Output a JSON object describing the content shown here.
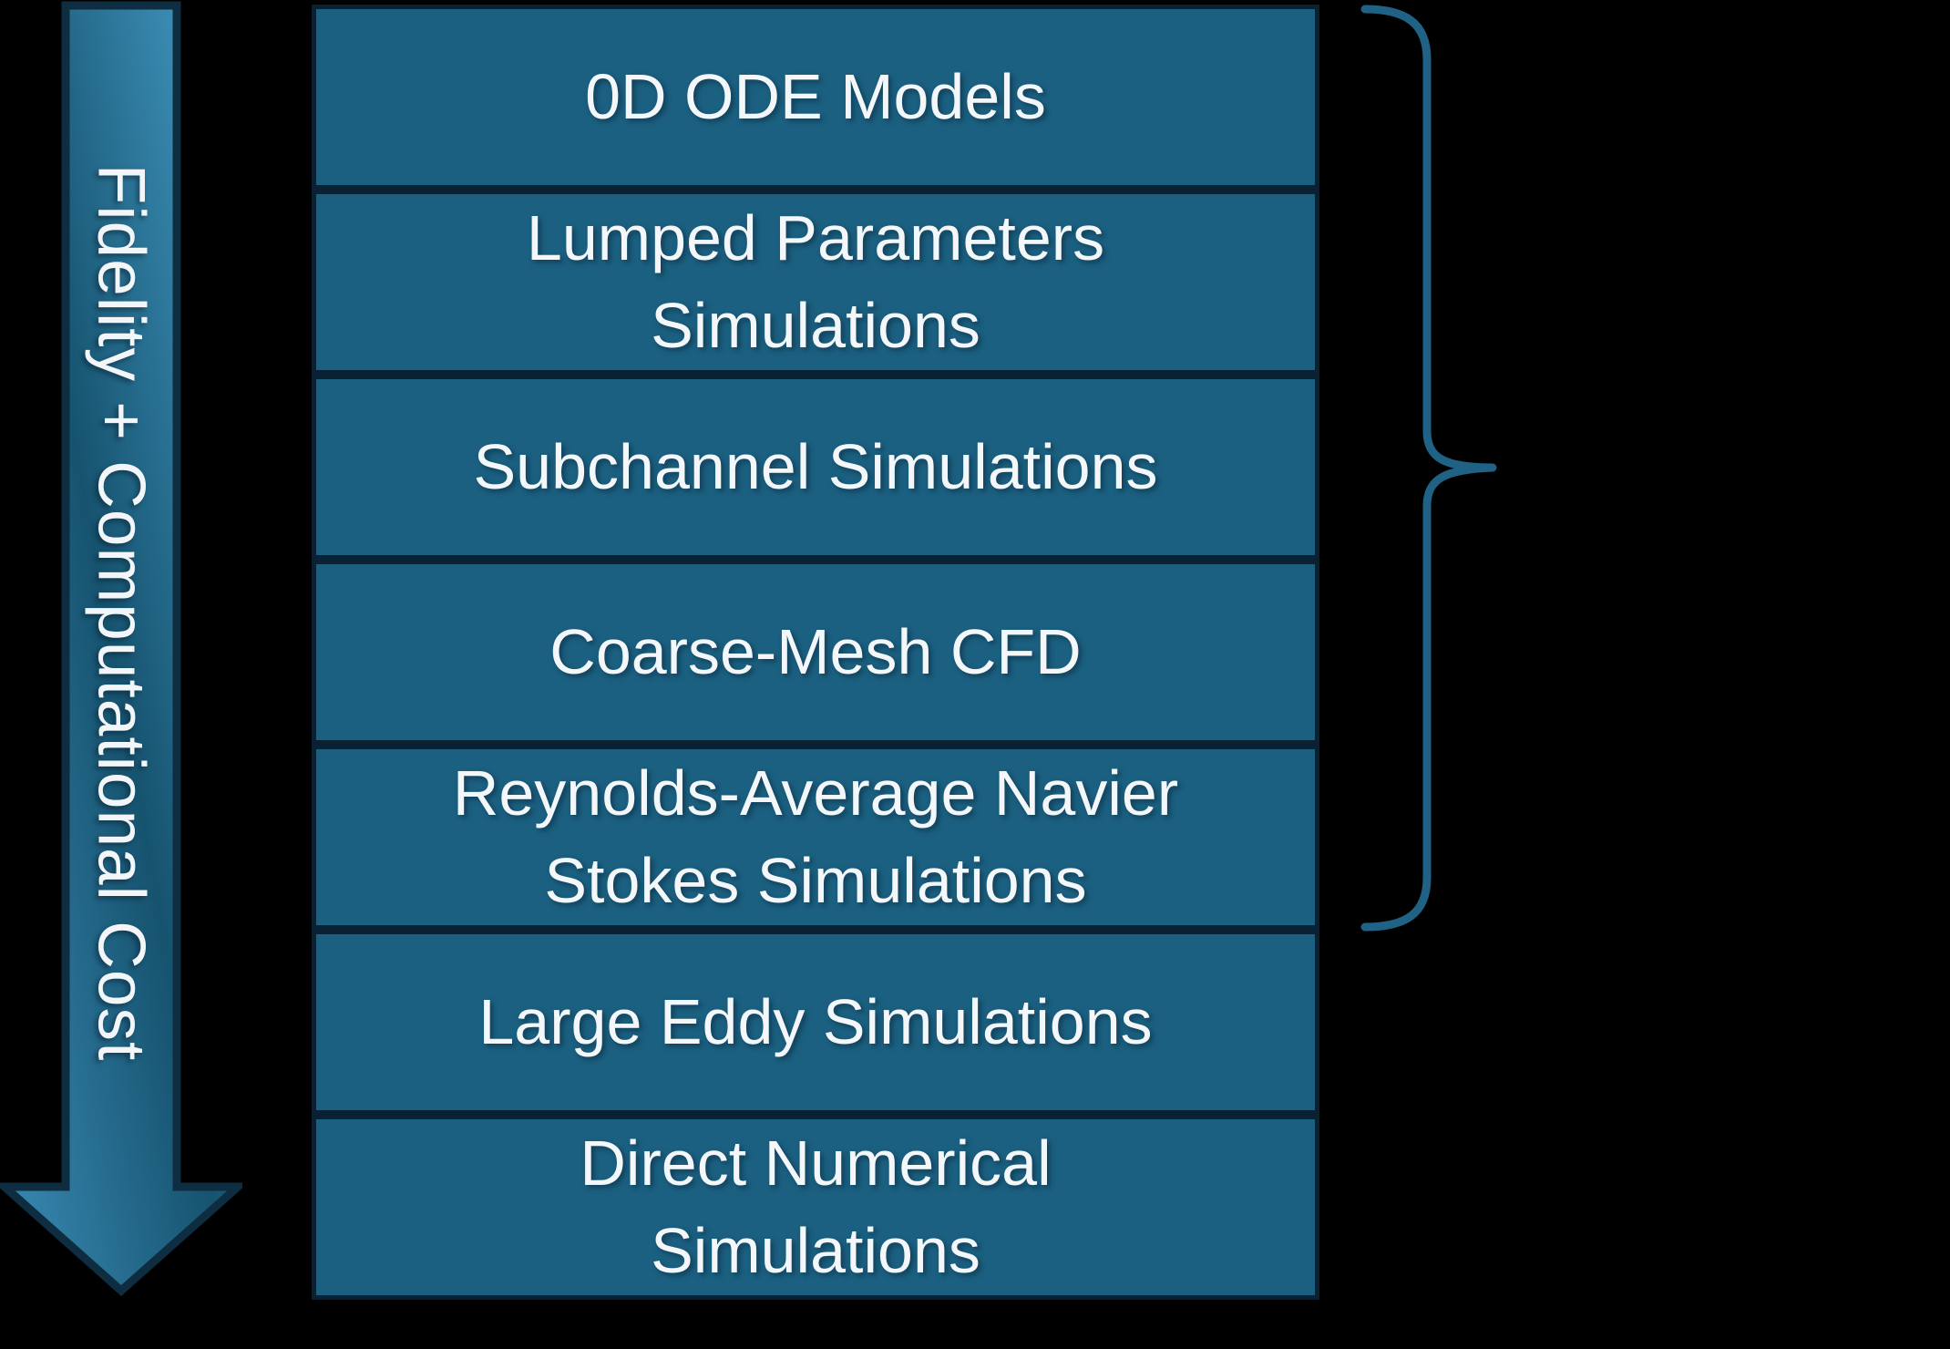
{
  "colors": {
    "bg": "#000000",
    "box_fill": "#1B6081",
    "box_border": "#0A2133",
    "box_text": "#F4F7F9",
    "arrow_outline": "#0E2D41",
    "arrow_text": "#F2F6F8",
    "brace": "#206285",
    "arrow_gradient_light_top": "#47A0CC",
    "arrow_gradient_dark_mid": "#16536F",
    "arrow_gradient_light_bottom": "#3B8CB7"
  },
  "arrow": {
    "label": "Fidelity + Computational Cost",
    "direction": "down"
  },
  "hierarchy": {
    "levels": [
      {
        "label": "0D ODE Models"
      },
      {
        "label": "Lumped Parameters\nSimulations"
      },
      {
        "label": "Subchannel Simulations"
      },
      {
        "label": "Coarse-Mesh CFD"
      },
      {
        "label": "Reynolds-Average Navier\nStokes Simulations"
      },
      {
        "label": "Large Eddy Simulations"
      },
      {
        "label": "Direct Numerical\nSimulations"
      }
    ]
  },
  "brace": {
    "covered_level_indices": [
      1,
      2,
      3,
      4,
      5
    ],
    "groups_from": "0D ODE Models",
    "groups_to": "Reynolds-Average Navier Stokes Simulations"
  }
}
